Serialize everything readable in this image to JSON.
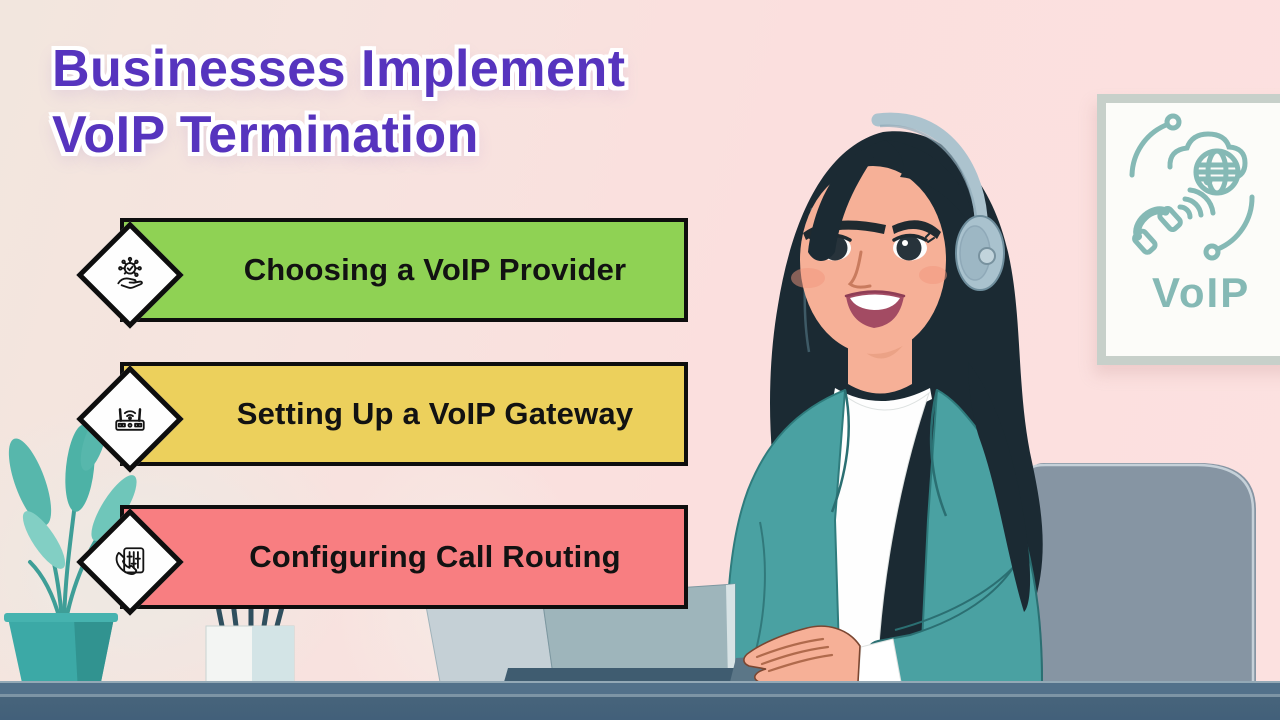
{
  "title": {
    "line1": "Businesses Implement",
    "line2": "VoIP Termination",
    "color": "#5634BE"
  },
  "steps": [
    {
      "label": "Choosing a VoIP Provider",
      "color": "#8FD254",
      "icon": "provider-selection-gear-hand-icon"
    },
    {
      "label": "Setting Up a VoIP Gateway",
      "color": "#ECD05C",
      "icon": "voip-gateway-router-icon"
    },
    {
      "label": "Configuring Call Routing",
      "color": "#F87E81",
      "icon": "call-routing-phone-sliders-icon"
    }
  ],
  "wall_art": {
    "label": "VoIP",
    "accent_color": "#85B9B5"
  },
  "scene": {
    "elements": [
      "woman-with-headset",
      "office-chair",
      "laptop",
      "desk",
      "potted-plant",
      "pen-cup",
      "framed-voip-wall-art"
    ]
  },
  "colors": {
    "background_pink": "#FBE0DE",
    "desk": "#52718A",
    "banner_border": "#0E0E0E",
    "step_text": "#121212"
  }
}
